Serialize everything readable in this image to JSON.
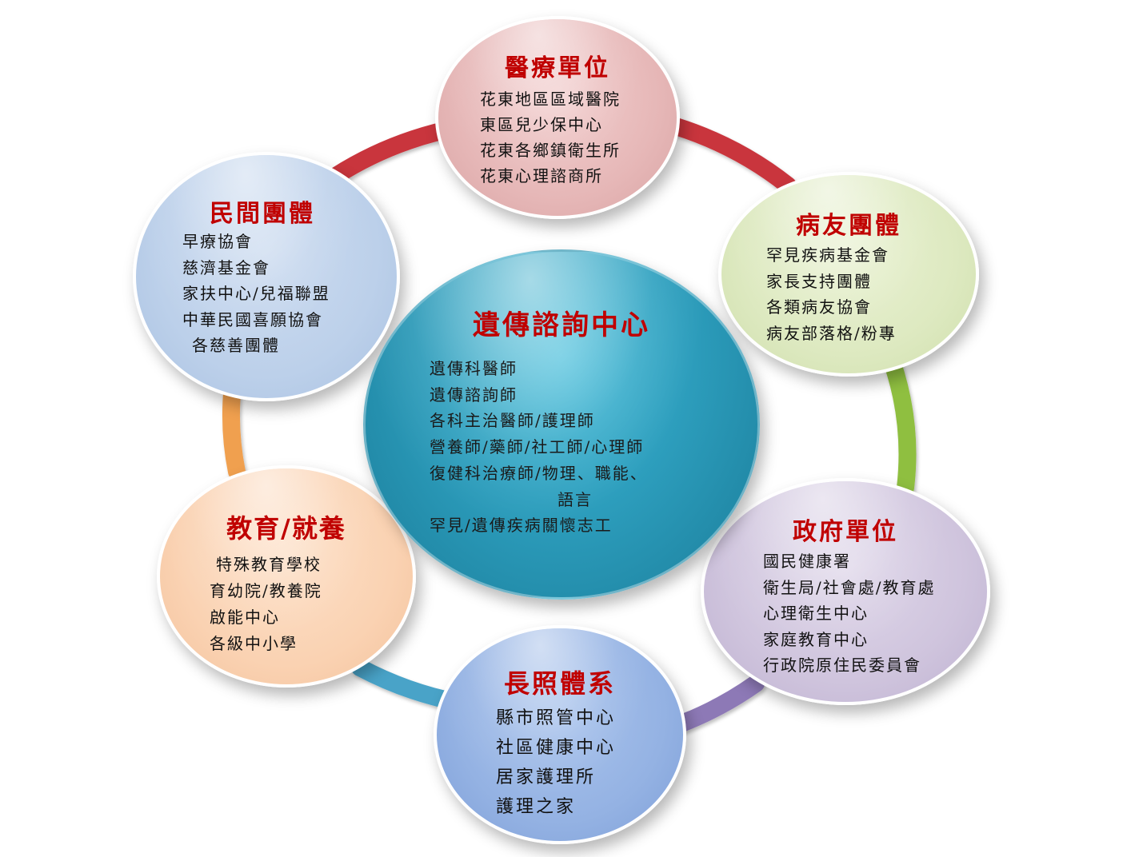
{
  "center": {
    "title": "遺傳諮詢中心",
    "items": [
      "遺傳科醫師",
      "遺傳諮詢師",
      "各科主治醫師/護理師",
      "營養師/藥師/社工師/心理師",
      "復健科治療師/物理、職能、",
      "語言",
      "罕見/遺傳疾病關懷志工"
    ]
  },
  "medical": {
    "title": "醫療單位",
    "items": [
      "花東地區區域醫院",
      "東區兒少保中心",
      "花東各鄉鎮衛生所",
      "花東心理諮商所"
    ]
  },
  "patient_groups": {
    "title": "病友團體",
    "items": [
      "罕見疾病基金會",
      "家長支持團體",
      "各類病友協會",
      "病友部落格/粉專"
    ]
  },
  "government": {
    "title": "政府單位",
    "items": [
      "國民健康署",
      "衛生局/社會處/教育處",
      "心理衛生中心",
      "家庭教育中心",
      "行政院原住民委員會"
    ]
  },
  "long_term_care": {
    "title": "長照體系",
    "items": [
      "縣市照管中心",
      "社區健康中心",
      "居家護理所",
      "護理之家"
    ]
  },
  "education": {
    "title": "教育/就養",
    "items": [
      "特殊教育學校",
      "育幼院/教養院",
      "啟能中心",
      "各級中小學"
    ]
  },
  "civil_groups": {
    "title": "民間團體",
    "items": [
      "早療協會",
      "慈濟基金會",
      "家扶中心/兒福聯盟",
      "中華民國喜願協會",
      "各慈善團體"
    ]
  },
  "colors": {
    "title_red": "#c00000",
    "ring_red": "#c9363d",
    "ring_green": "#8fbf3f",
    "ring_purple": "#8d79b6",
    "ring_blue": "#4aa3c8",
    "ring_orange": "#f0a050",
    "center_fill": "#2d9ebd",
    "medical_fill": "#e6b7b7",
    "patient_fill": "#dde9c0",
    "government_fill": "#cfc4dd",
    "long_term_care_fill": "#94b2e3",
    "education_fill": "#fad2b2",
    "civil_fill": "#bcd0ea"
  }
}
